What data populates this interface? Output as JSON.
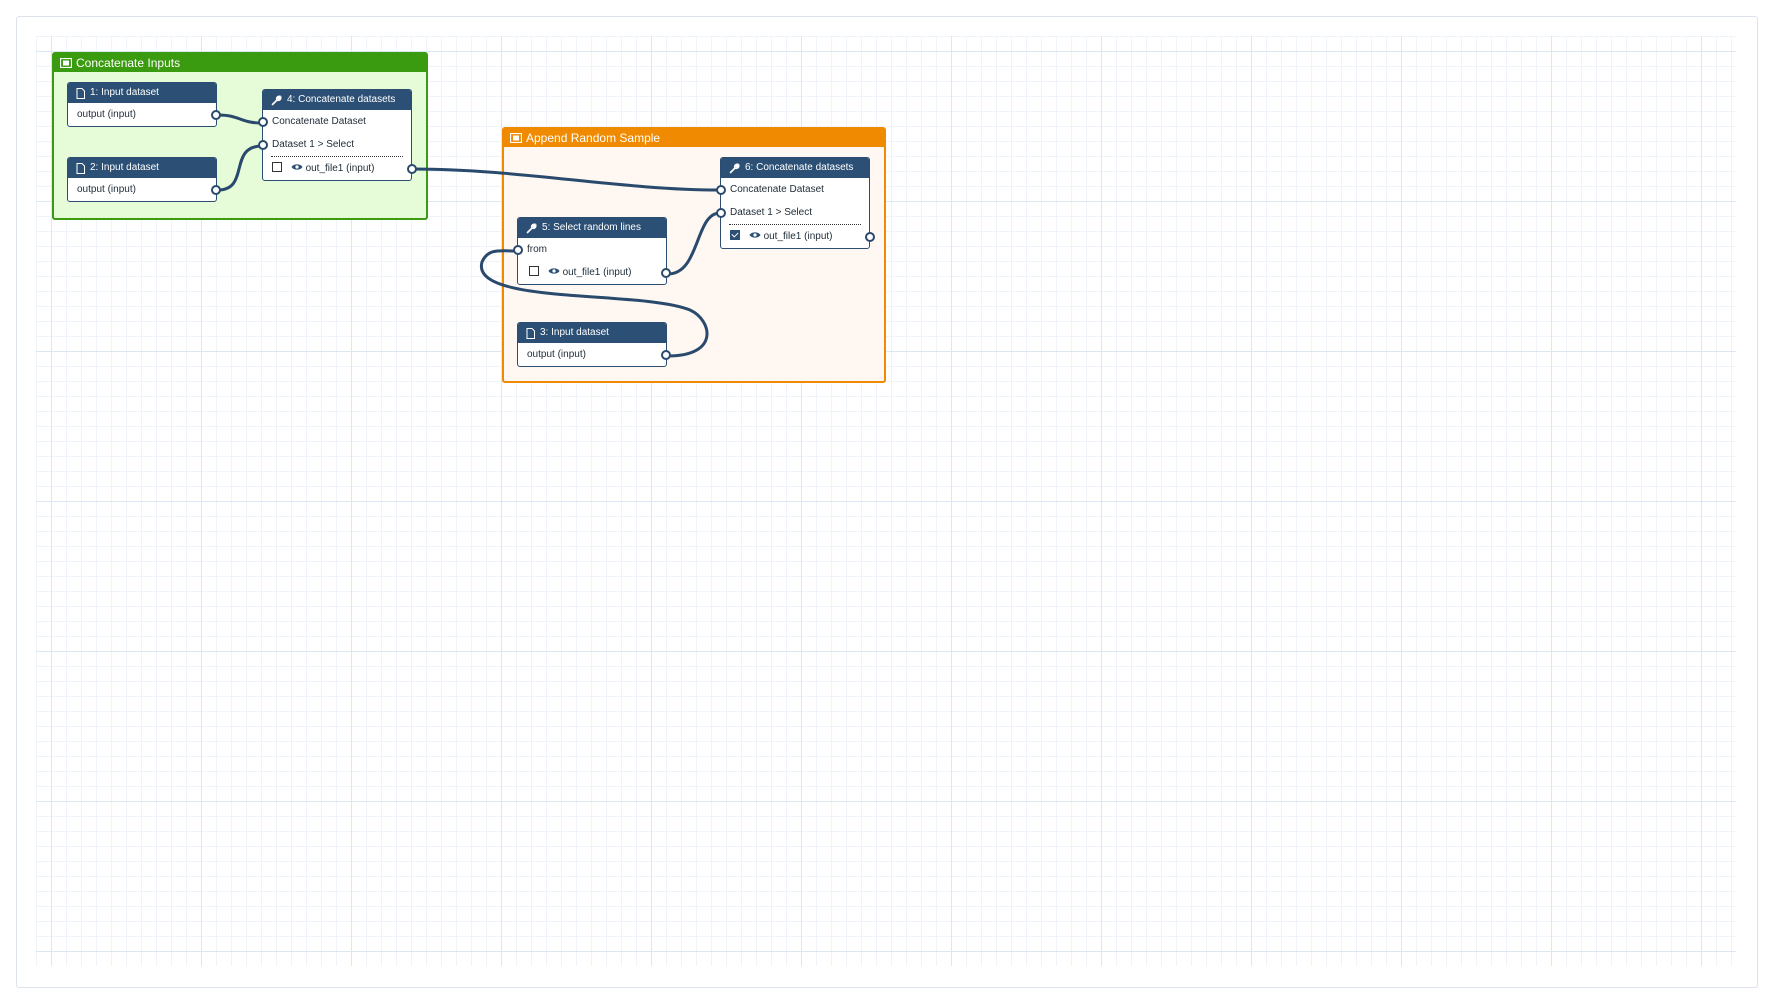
{
  "groups": {
    "concatenate_inputs": {
      "title": "Concatenate Inputs",
      "color": "#3a9a10"
    },
    "append_random_sample": {
      "title": "Append Random Sample",
      "color": "#f08a00"
    }
  },
  "nodes": {
    "n1": {
      "title": "1: Input dataset",
      "output": "output (input)",
      "icon": "file-icon"
    },
    "n2": {
      "title": "2: Input dataset",
      "output": "output (input)",
      "icon": "file-icon"
    },
    "n3": {
      "title": "3: Input dataset",
      "output": "output (input)",
      "icon": "file-icon"
    },
    "n4": {
      "title": "4: Concatenate datasets",
      "icon": "wrench-icon",
      "input1": "Concatenate Dataset",
      "input2": "Dataset 1 > Select",
      "output": "out_file1 (input)",
      "output_checked": false
    },
    "n5": {
      "title": "5: Select random lines",
      "icon": "wrench-icon",
      "input1": "from",
      "output": "out_file1 (input)",
      "output_checked": false
    },
    "n6": {
      "title": "6: Concatenate datasets",
      "icon": "wrench-icon",
      "input1": "Concatenate Dataset",
      "input2": "Dataset 1 > Select",
      "output": "out_file1 (input)",
      "output_checked": true
    }
  }
}
